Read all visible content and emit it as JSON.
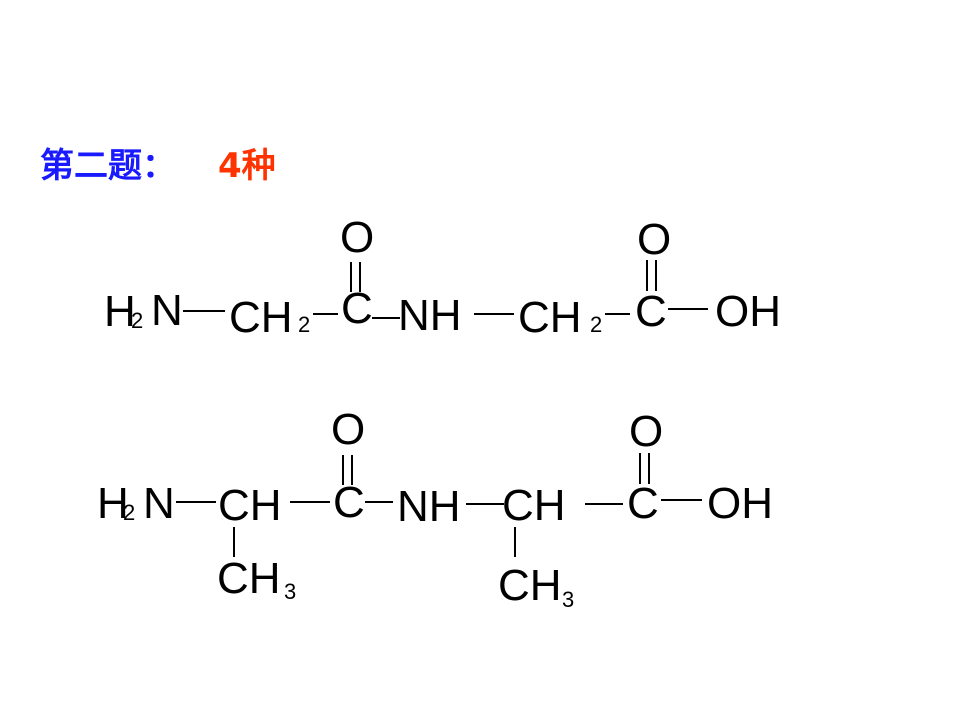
{
  "heading": {
    "label": "第二题：",
    "answer": "4种",
    "label_color": "#1a1aff",
    "answer_color": "#ff3300"
  },
  "formulas": [
    {
      "atoms": [
        "H",
        "2",
        "N",
        "CH",
        "2",
        "C",
        "O",
        "NH",
        "CH",
        "2",
        "C",
        "O",
        "OH"
      ]
    },
    {
      "atoms": [
        "H",
        "2",
        "N",
        "CH",
        "C",
        "O",
        "NH",
        "CH",
        "C",
        "O",
        "OH",
        "CH",
        "3",
        "CH",
        "3"
      ]
    }
  ]
}
